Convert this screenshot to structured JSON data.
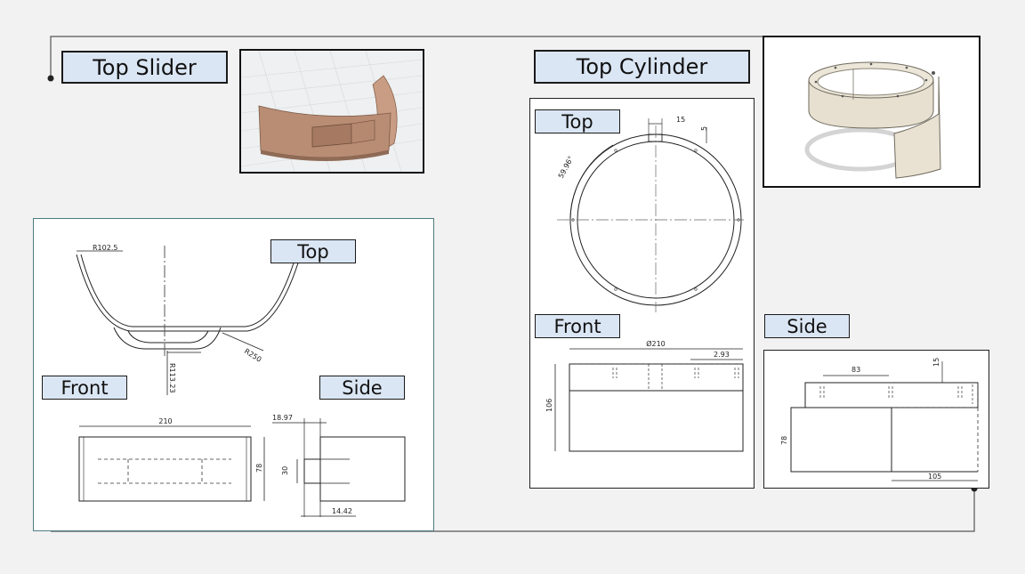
{
  "sections": {
    "top_slider": {
      "title": "Top Slider",
      "views": {
        "top": "Top",
        "front": "Front",
        "side": "Side"
      },
      "dims": {
        "top_r1": "R102.5",
        "top_r2": "R250",
        "top_r3": "R113.23",
        "front_width": "210",
        "front_height": "78",
        "side_w1": "18.97",
        "side_h": "30",
        "side_w2": "14.42"
      }
    },
    "top_cylinder": {
      "title": "Top Cylinder",
      "views": {
        "top": "Top",
        "front": "Front",
        "side": "Side"
      },
      "dims": {
        "top_w": "15",
        "top_h": "5",
        "top_angle": "59.96°",
        "front_dia": "Ø210",
        "front_offset": "2.93",
        "front_height": "106",
        "side_w": "83",
        "side_h1": "15",
        "side_h2": "78",
        "side_w2": "105"
      }
    }
  },
  "colors": {
    "label_fill": "#dbe6f4",
    "render_tan": "#b98d74",
    "render_beige": "#ebe4d6"
  }
}
